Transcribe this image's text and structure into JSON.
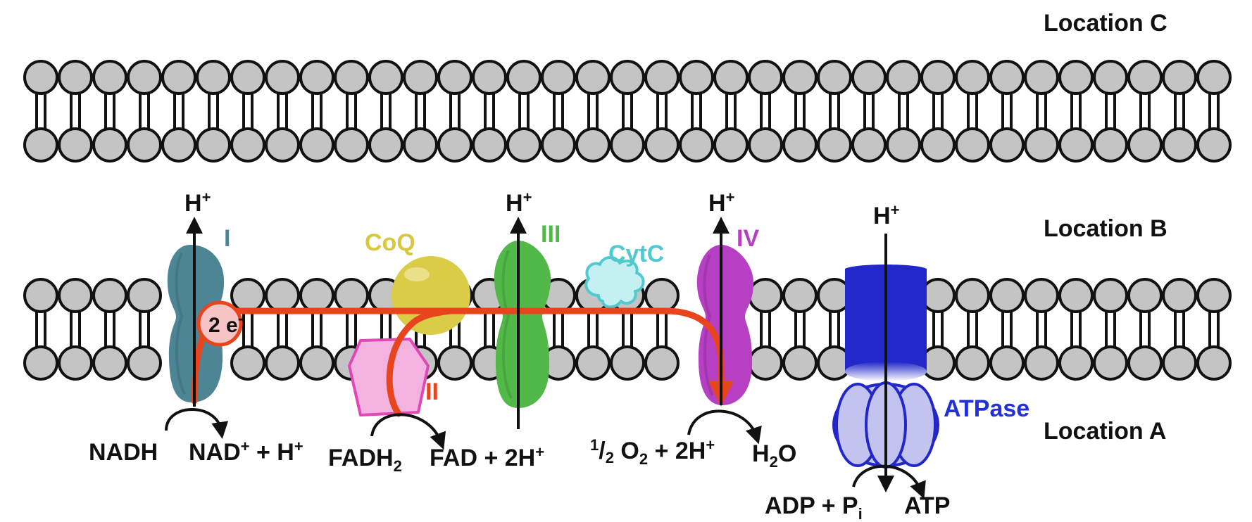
{
  "locations": {
    "c": "Location C",
    "b": "Location B",
    "a": "Location A"
  },
  "complexes": {
    "i": "I",
    "ii": "II",
    "iii": "III",
    "iv": "IV",
    "coq": "CoQ",
    "cytc": "CytC",
    "atpase": "ATPase"
  },
  "electron_label": {
    "base": "2 e",
    "sup": "-"
  },
  "proton": {
    "base": "H",
    "sup": "+"
  },
  "reactions": {
    "nadh": "NADH",
    "nad": {
      "base": "NAD",
      "sup1": "+",
      "mid": " + H",
      "sup2": "+"
    },
    "fadh2": {
      "base": "FADH",
      "sub": "2"
    },
    "fad": {
      "base": "FAD + 2H",
      "sup": "+"
    },
    "oxygen": {
      "num": "1",
      "slash": "/",
      "den": "2",
      "o": " O",
      "o_sub": "2",
      "rest": " + 2H",
      "sup": "+"
    },
    "water": {
      "h": "H",
      "h_sub": "2",
      "o": "O"
    },
    "adp": {
      "base": "ADP + P",
      "sub": "i"
    },
    "atp": "ATP"
  },
  "colors": {
    "lipid_head": "#c4c4c4",
    "complex_i": "#4e8594",
    "complex_ii": "#f3b2df",
    "complex_ii_stroke": "#e048b8",
    "complex_iii": "#52b948",
    "complex_iv": "#b73fc4",
    "coq": "#dacc47",
    "cytc": "#c5f0f2",
    "cytc_stroke": "#52c9cf",
    "electron_path": "#e8451f",
    "atpase_top": "#2127c9",
    "atpase_bottom": "#c3c3ef",
    "label_i": "#4e8594",
    "label_ii": "#e8451f",
    "label_iii": "#52b948",
    "label_iv": "#b73fc4",
    "label_coq": "#d6c940",
    "label_cytc": "#52c9cf",
    "label_atpase": "#2230dc"
  }
}
